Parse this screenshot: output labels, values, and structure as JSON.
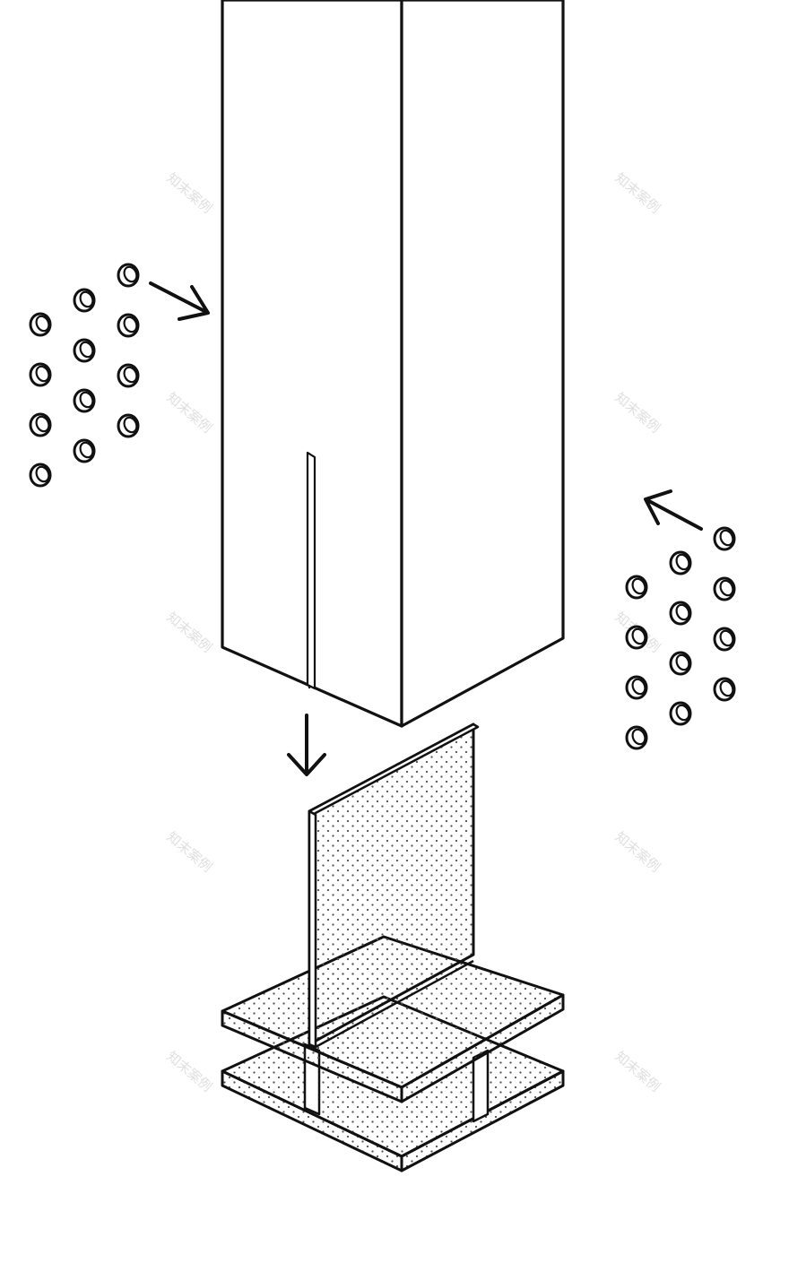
{
  "diagram": {
    "style": "black line-art isometric exploded assembly",
    "stroke_color": "#111111",
    "fill_color": "#ffffff",
    "stipple_color": "#555555",
    "watermark_color": "#d8d8d8"
  },
  "components": {
    "column": {
      "name": "timber column",
      "has_slot": true
    },
    "steel_connector": {
      "name": "steel T-plate base",
      "plates": 2,
      "fin": 1,
      "pattern": "stippled"
    },
    "dowel_group_left": {
      "count": 12,
      "arrow": "right-icon"
    },
    "dowel_group_right": {
      "count": 12,
      "arrow": "left-icon"
    },
    "down_arrow": {
      "icon": "arrow-down-icon"
    }
  },
  "watermark": {
    "text": "知末案例"
  }
}
